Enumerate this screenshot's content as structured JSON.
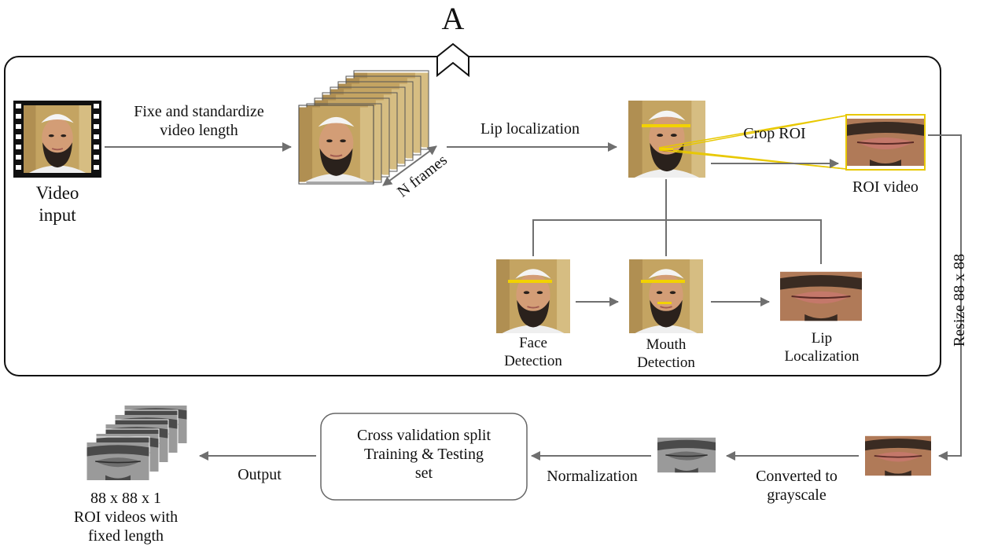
{
  "marker": "A",
  "video_input": {
    "line1": "Video",
    "line2": "input"
  },
  "fix_step": {
    "line1": "Fixe and standardize",
    "line2": "video length"
  },
  "n_frames": "N frames",
  "lip_localization": "Lip localization",
  "crop_roi": "Crop ROI",
  "roi_video": "ROI video",
  "face_detection": {
    "line1": "Face",
    "line2": "Detection"
  },
  "mouth_detection": {
    "line1": "Mouth",
    "line2": "Detection"
  },
  "lip_localization_sub": {
    "line1": "Lip",
    "line2": "Localization"
  },
  "resize": "Resize 88 x 88",
  "converted": {
    "line1": "Converted to",
    "line2": "grayscale"
  },
  "normalization": "Normalization",
  "cross_validation": {
    "line1": "Cross validation split",
    "line2": "Training & Testing",
    "line3": "set"
  },
  "output": "Output",
  "output_desc": {
    "line1": "88 x 88 x 1",
    "line2": "ROI videos with",
    "line3": "fixed length"
  },
  "colors": {
    "box_border": "#111111",
    "arrow": "#707070",
    "highlight": "#f2d200",
    "skin": "#d8a27a",
    "beard": "#2b211b",
    "background": "#c7a865"
  }
}
